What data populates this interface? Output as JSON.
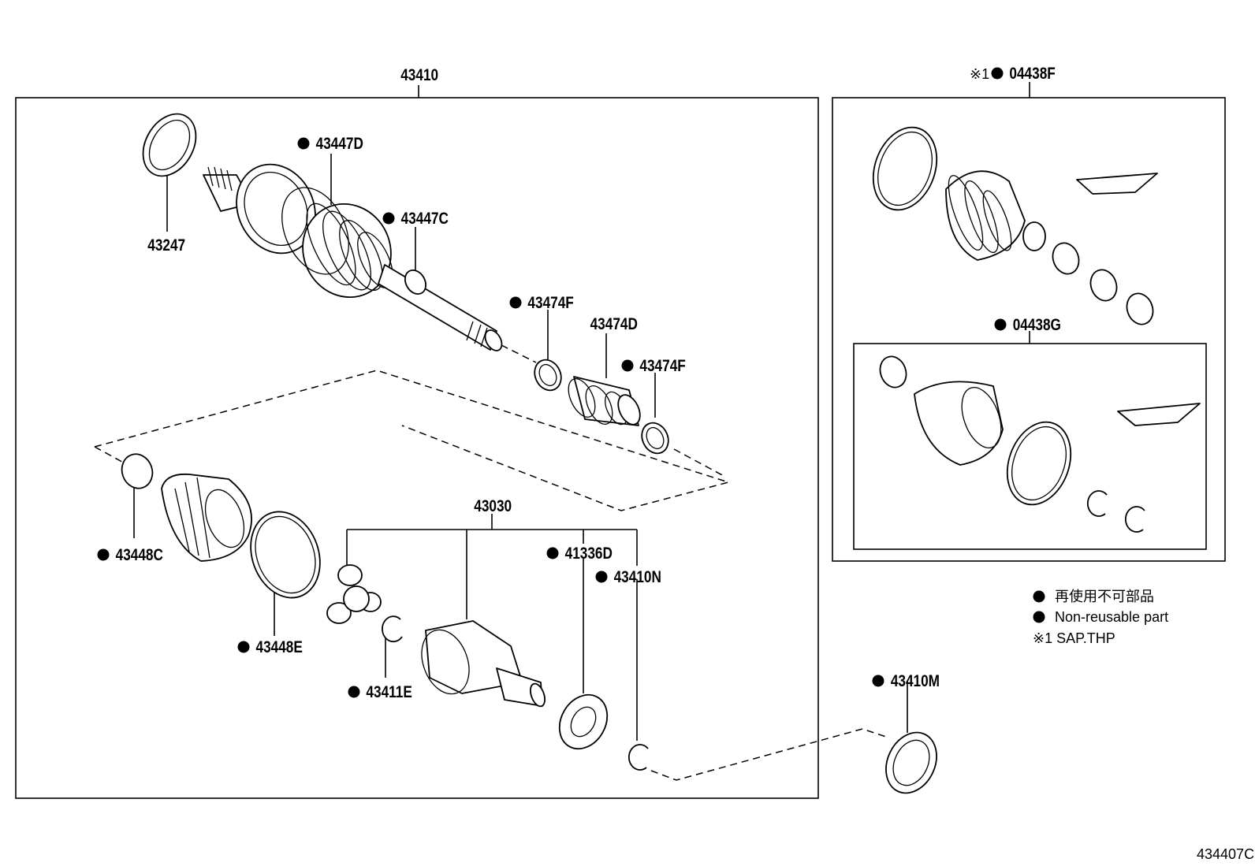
{
  "labels": {
    "p43410": "43410",
    "p43247": "43247",
    "p43447D": "43447D",
    "p43447C": "43447C",
    "p43474F_a": "43474F",
    "p43474D": "43474D",
    "p43474F_b": "43474F",
    "p43448C": "43448C",
    "p43448E": "43448E",
    "p43030": "43030",
    "p41336D": "41336D",
    "p43410N": "43410N",
    "p43411E": "43411E",
    "p43410M": "43410M",
    "p04438F": "04438F",
    "p04438F_prefix": "※1",
    "p04438G": "04438G"
  },
  "legend": {
    "line1": "再使用不可部品",
    "line2": "Non-reusable part",
    "line3": "※1 SAP.THP"
  },
  "figure_id": "434407C"
}
